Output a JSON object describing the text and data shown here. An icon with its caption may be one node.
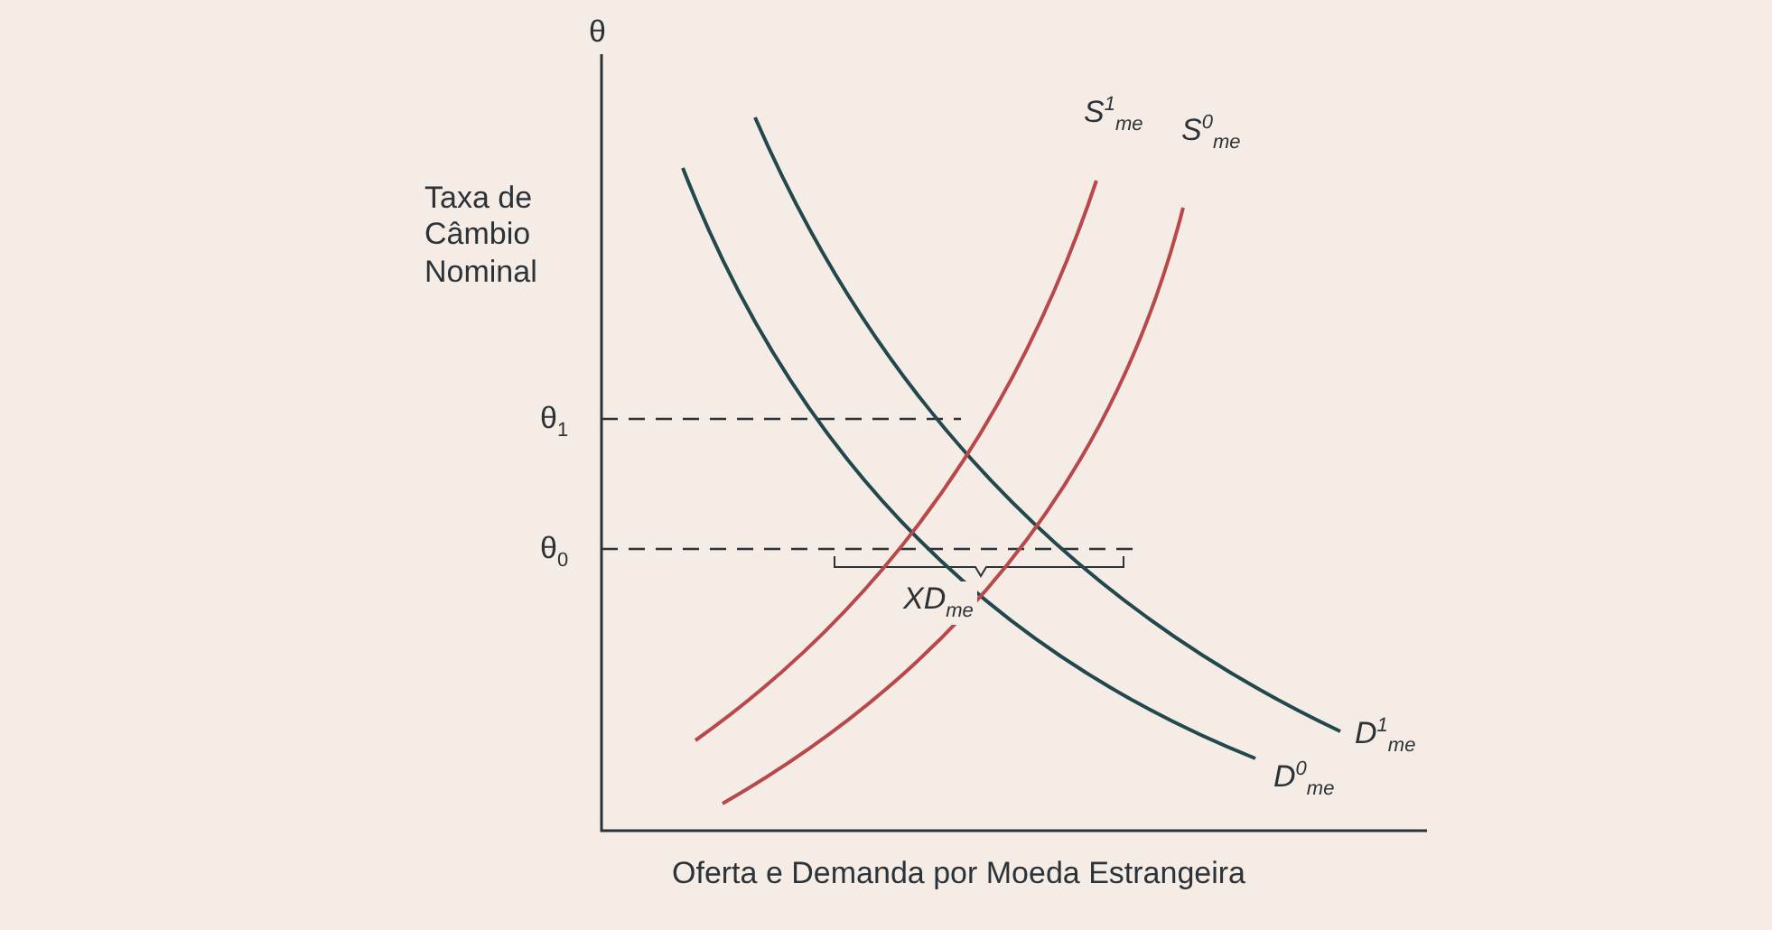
{
  "diagram": {
    "labels": [
      "θ",
      "S$^{1}$$_{me}$",
      "S$^{0}$$_{me}$",
      "Taxa de Câmbio Nominal",
      "θ$_{1}$",
      "θ$_{0}$",
      "XD$_{me}$",
      "D$^{1}$$_{me}$",
      "D$^{0}$$_{me}$",
      "Oferta e Demanda por Moeda Estrangeira"
    ]
  }
}
